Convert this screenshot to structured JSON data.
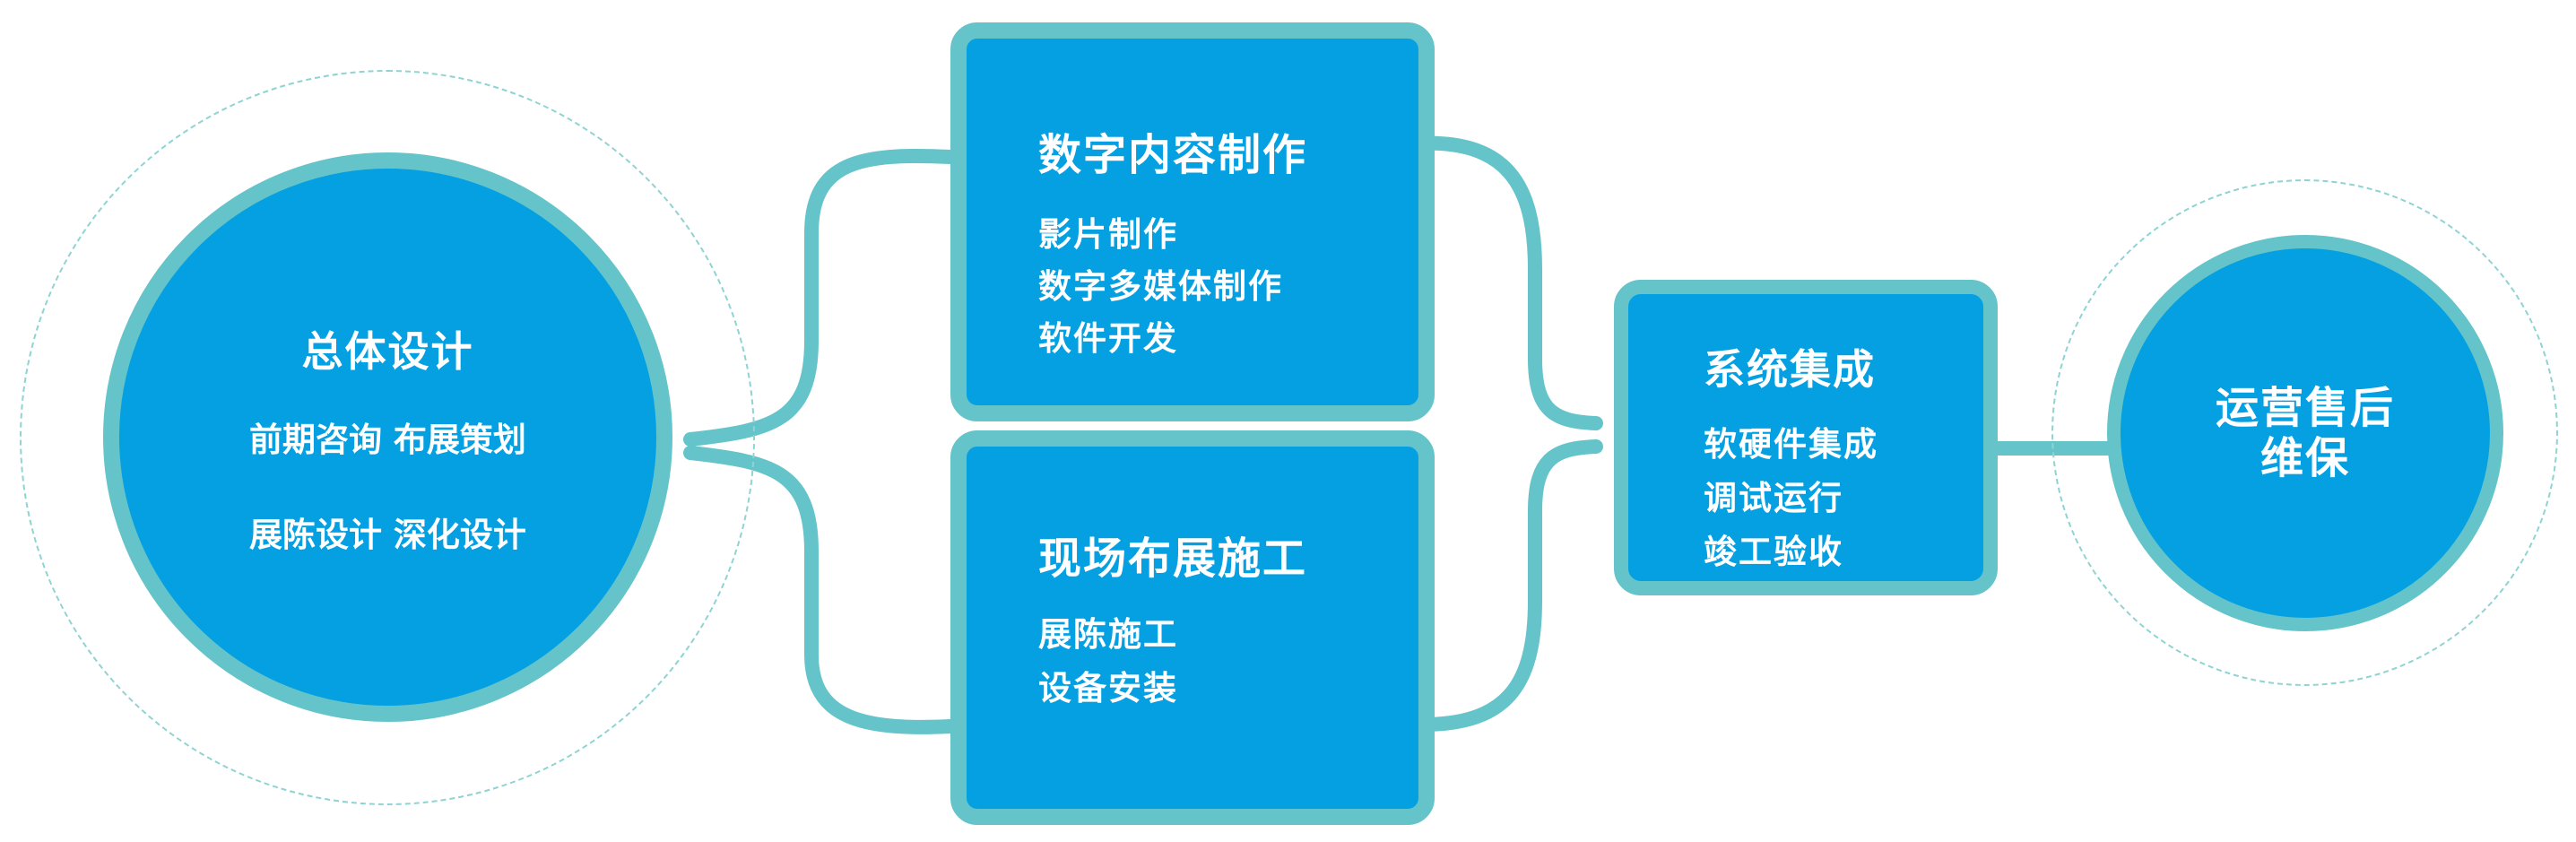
{
  "colors": {
    "fill": "#04a0e2",
    "stroke": "#65c4c9",
    "ring": "#8fd3d3",
    "text": "#ffffff"
  },
  "overall_design": {
    "title": "总体设计",
    "lines": [
      "前期咨询 布展策划",
      "展陈设计 深化设计"
    ]
  },
  "digital_content": {
    "title": "数字内容制作",
    "items": [
      "影片制作",
      "数字多媒体制作",
      "软件开发"
    ]
  },
  "onsite_construction": {
    "title": "现场布展施工",
    "items": [
      "展陈施工",
      "设备安装"
    ]
  },
  "system_integration": {
    "title": "系统集成",
    "items": [
      "软硬件集成",
      "调试运行",
      "竣工验收"
    ]
  },
  "after_sales": {
    "title_lines": [
      "运营售后",
      "维保"
    ]
  }
}
